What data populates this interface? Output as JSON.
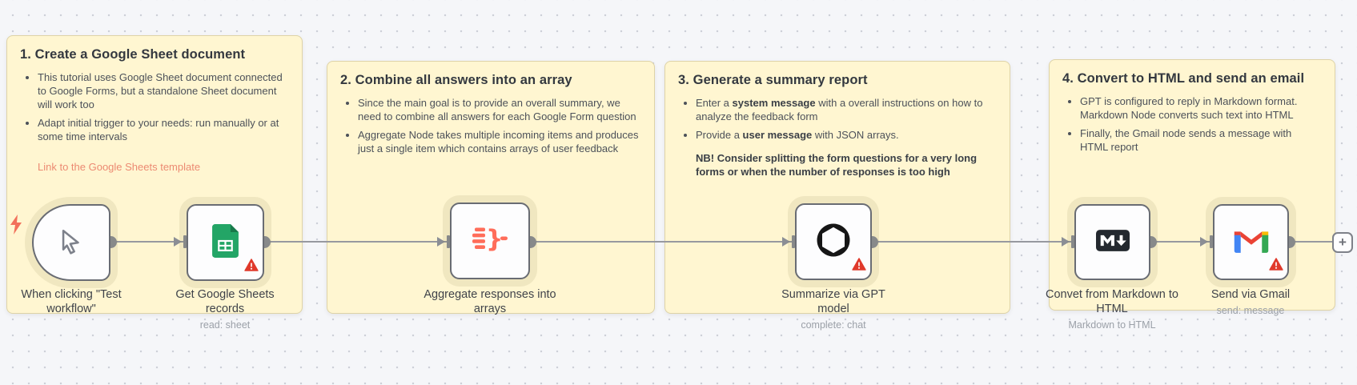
{
  "stickies": [
    {
      "title": "1. Create a Google Sheet document",
      "bullets": [
        "This tutorial uses Google Sheet document connected to Google Forms, but a standalone Sheet document will work too",
        "Adapt initial trigger to your needs: run manually or at some time intervals"
      ],
      "link": "Link to the Google Sheets template"
    },
    {
      "title": "2. Combine all answers into an array",
      "bullets": [
        "Since the main goal is to provide an overall summary, we need to combine all answers for each Google Form question",
        "Aggregate Node takes multiple incoming items and produces just a single item which contains arrays of user feedback"
      ]
    },
    {
      "title": "3. Generate a summary report",
      "rich_bullets": [
        {
          "pre": "Enter a ",
          "bold": "system message",
          "post": " with a overall instructions on how to analyze the feedback form"
        },
        {
          "pre": "Provide a ",
          "bold": "user message",
          "post": " with JSON arrays."
        }
      ],
      "note": "NB! Consider splitting the form questions for a very long forms or when the number of responses is too high"
    },
    {
      "title": "4. Convert to HTML and send an email",
      "bullets": [
        "GPT is configured to reply in Markdown format. Markdown Node converts such text into HTML",
        "Finally, the Gmail node sends a message with HTML report"
      ]
    }
  ],
  "nodes": [
    {
      "label": "When clicking \"Test workflow\"",
      "subtitle": ""
    },
    {
      "label": "Get Google Sheets records",
      "subtitle": "read: sheet"
    },
    {
      "label": "Aggregate responses into arrays",
      "subtitle": ""
    },
    {
      "label": "Summarize via GPT model",
      "subtitle": "complete: chat"
    },
    {
      "label": "Convet from Markdown to HTML",
      "subtitle": "Markdown to HTML"
    },
    {
      "label": "Send via Gmail",
      "subtitle": "send: message"
    }
  ],
  "plus": {
    "label": "+"
  },
  "colors": {
    "sticky_bg": "#fff6d1",
    "sticky_link": "#ec8a72",
    "canvas_bg": "#f5f6f9",
    "node_border": "#696c73",
    "connection": "#97999f",
    "warning_red": "#e0392b",
    "trigger_bolt": "#f2705a",
    "aggregate_icon": "#ff6d5a",
    "sheets_green": "#23a566",
    "markdown_dark": "#24292f",
    "gmail_red": "#ea4335",
    "gmail_blue": "#4285f4",
    "gmail_yellow": "#fbbc04",
    "gmail_green": "#34a853"
  }
}
